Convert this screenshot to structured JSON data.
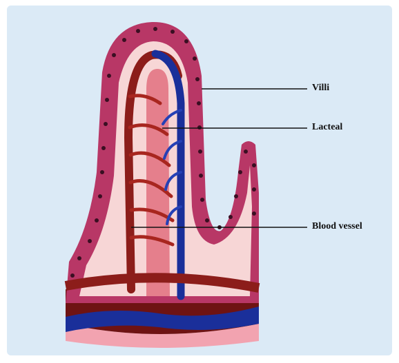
{
  "labels": {
    "villi": "Villi",
    "lacteal": "Lacteal",
    "blood_vessel": "Blood vessel"
  },
  "colors": {
    "background": "#dbeaf6",
    "epithelium": "#b83766",
    "epithelium_dots": "#3a0f22",
    "lamina": "#f7d6d6",
    "lacteal": "#e57f8c",
    "artery": "#8c1d1a",
    "vein": "#1a2f9a",
    "base_muscle": "#6e1313"
  }
}
